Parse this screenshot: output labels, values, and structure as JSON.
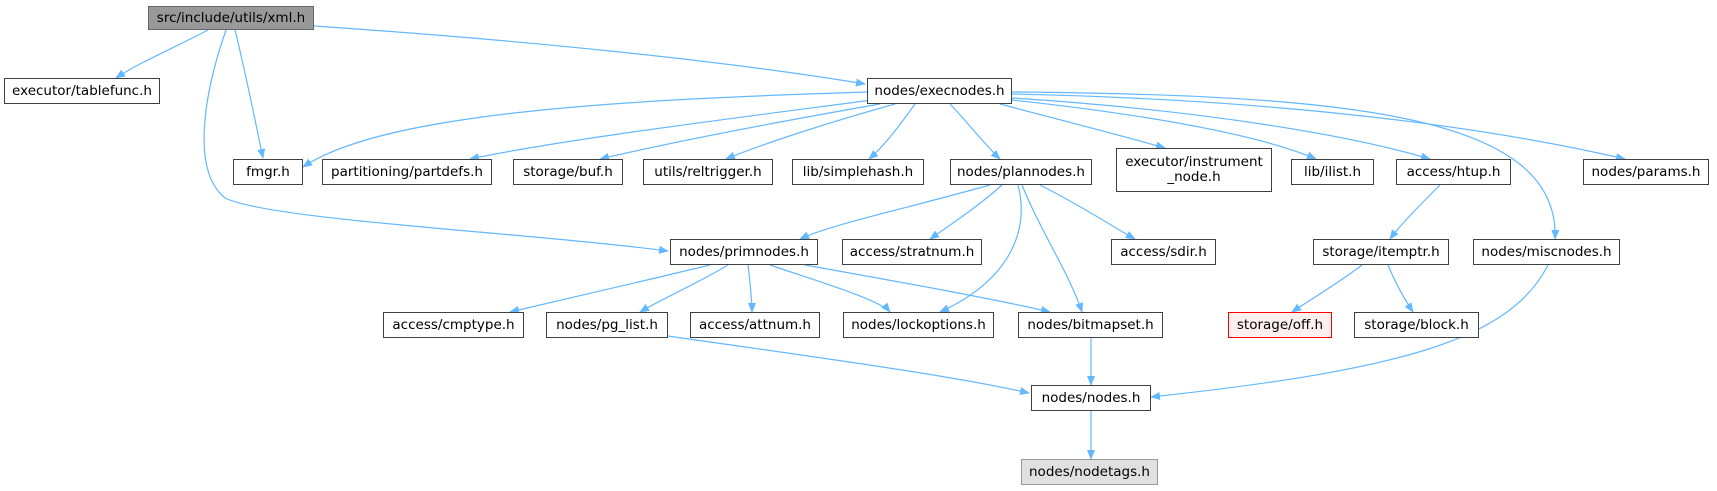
{
  "graph": {
    "title": "src/include/utils/xml.h",
    "edge_color": "#63b8ff",
    "nodes": {
      "xml": "src/include/utils/xml.h",
      "tablefunc": "executor/tablefunc.h",
      "execnodes": "nodes/execnodes.h",
      "fmgr": "fmgr.h",
      "partdefs": "partitioning/partdefs.h",
      "buf": "storage/buf.h",
      "reltrigger": "utils/reltrigger.h",
      "simplehash": "lib/simplehash.h",
      "plannodes": "nodes/plannodes.h",
      "instrument": "executor/instrument\n_node.h",
      "ilist": "lib/ilist.h",
      "htup": "access/htup.h",
      "params": "nodes/params.h",
      "primnodes": "nodes/primnodes.h",
      "stratnum": "access/stratnum.h",
      "sdir": "access/sdir.h",
      "itemptr": "storage/itemptr.h",
      "miscnodes": "nodes/miscnodes.h",
      "cmptype": "access/cmptype.h",
      "pg_list": "nodes/pg_list.h",
      "attnum": "access/attnum.h",
      "lockoptions": "nodes/lockoptions.h",
      "bitmapset": "nodes/bitmapset.h",
      "off": "storage/off.h",
      "block": "storage/block.h",
      "nodes": "nodes/nodes.h",
      "nodetags": "nodes/nodetags.h"
    },
    "edges": [
      [
        "xml",
        "tablefunc"
      ],
      [
        "xml",
        "execnodes"
      ],
      [
        "xml",
        "fmgr"
      ],
      [
        "xml",
        "primnodes"
      ],
      [
        "execnodes",
        "fmgr"
      ],
      [
        "execnodes",
        "partdefs"
      ],
      [
        "execnodes",
        "buf"
      ],
      [
        "execnodes",
        "reltrigger"
      ],
      [
        "execnodes",
        "simplehash"
      ],
      [
        "execnodes",
        "plannodes"
      ],
      [
        "execnodes",
        "instrument"
      ],
      [
        "execnodes",
        "ilist"
      ],
      [
        "execnodes",
        "htup"
      ],
      [
        "execnodes",
        "params"
      ],
      [
        "execnodes",
        "miscnodes"
      ],
      [
        "plannodes",
        "primnodes"
      ],
      [
        "plannodes",
        "stratnum"
      ],
      [
        "plannodes",
        "sdir"
      ],
      [
        "plannodes",
        "lockoptions"
      ],
      [
        "plannodes",
        "bitmapset"
      ],
      [
        "htup",
        "itemptr"
      ],
      [
        "primnodes",
        "cmptype"
      ],
      [
        "primnodes",
        "pg_list"
      ],
      [
        "primnodes",
        "attnum"
      ],
      [
        "primnodes",
        "lockoptions"
      ],
      [
        "primnodes",
        "bitmapset"
      ],
      [
        "itemptr",
        "off"
      ],
      [
        "itemptr",
        "block"
      ],
      [
        "miscnodes",
        "nodes"
      ],
      [
        "pg_list",
        "nodes"
      ],
      [
        "bitmapset",
        "nodes"
      ],
      [
        "nodes",
        "nodetags"
      ]
    ]
  }
}
